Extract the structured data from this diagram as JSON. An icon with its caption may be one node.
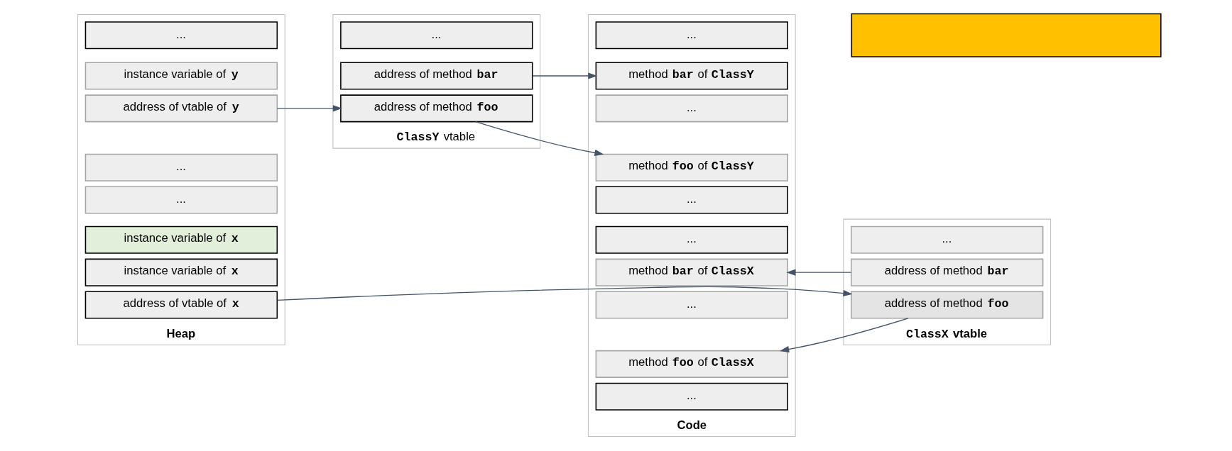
{
  "diagram": {
    "nodes": [
      {
        "text": [
          "Heap"
        ]
      },
      {
        "text": [
          "..."
        ],
        "in": 0
      },
      {
        "text": [
          "instance variable of **y**"
        ],
        "in": 0
      },
      {
        "text": [
          "address of vtable of **y**"
        ],
        "in": 0
      },
      {
        "text": [
          "..."
        ],
        "in": 0
      },
      {
        "text": [
          "..."
        ],
        "in": 0
      },
      {
        "text": [
          "instance variable of **x**"
        ],
        "in": 0
      },
      {
        "text": [
          "instance variable of **x**"
        ],
        "in": 0
      },
      {
        "text": [
          "address of vtable of **x**"
        ],
        "in": 0
      },
      {
        "text": [
          "**ClassY** vtable"
        ]
      },
      {
        "text": [
          "..."
        ],
        "in": 9
      },
      {
        "text": [
          "address of method **bar**"
        ],
        "in": 9
      },
      {
        "text": [
          "address of method **foo**"
        ],
        "in": 9
      },
      {
        "text": [
          "**ClassX** vtable"
        ]
      },
      {
        "text": [
          "..."
        ],
        "in": 13
      },
      {
        "text": [
          "address of method **bar**"
        ],
        "in": 13
      },
      {
        "text": [
          "address of method **foo**"
        ],
        "in": 13
      },
      {
        "text": [
          "Code"
        ]
      },
      {
        "text": [
          "..."
        ],
        "in": 17
      },
      {
        "text": [
          "method **bar** of **ClassY**"
        ],
        "in": 17
      },
      {
        "text": [
          "..."
        ],
        "in": 17
      },
      {
        "text": [
          "method **foo** of **ClassY**"
        ],
        "in": 17
      },
      {
        "text": [
          "..."
        ],
        "in": 17
      },
      {
        "text": [
          "..."
        ],
        "in": 17
      },
      {
        "text": [
          "method **bar** of **ClassX**"
        ],
        "in": 17
      },
      {
        "text": [
          "..."
        ],
        "in": 17
      },
      {
        "text": [
          "method **foo** of **ClassX**"
        ],
        "in": 17
      },
      {
        "text": [
          "..."
        ],
        "in": 17
      },
      {
        "text": [],
        "shape": "box"
      }
    ],
    "edges": [
      {
        "from": 3,
        "to": 12,
        "arrow": "to"
      },
      {
        "from": 8,
        "to": 16,
        "arrow": "to"
      },
      {
        "from": 11,
        "to": 19,
        "arrow": "to"
      },
      {
        "from": 12,
        "to": 21,
        "arrow": "to"
      },
      {
        "from": 15,
        "to": 24,
        "arrow": "to"
      },
      {
        "from": 16,
        "to": 26,
        "arrow": "to"
      }
    ]
  }
}
